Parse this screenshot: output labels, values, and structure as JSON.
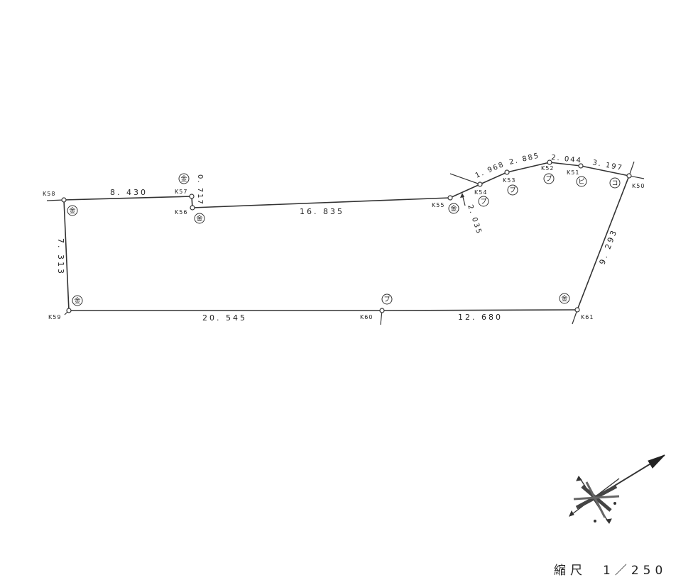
{
  "points": {
    "k50": "K50",
    "k51": "K51",
    "k52": "K52",
    "k53": "K53",
    "k54": "K54",
    "k55": "K55",
    "k56": "K56",
    "k57": "K57",
    "k58": "K58",
    "k59": "K59",
    "k60": "K60",
    "k61": "K61"
  },
  "dimensions": {
    "d_58_57": "8. 430",
    "d_57_56": "0. 717",
    "d_56_55": "16. 835",
    "d_54_53": "1. 968",
    "d_53_52": "2. 885",
    "d_52_51": "2. 044",
    "d_51_50": "3. 197",
    "d_55_cut": "2. 035",
    "d_50_61": "9. 293",
    "d_58_59": "7. 313",
    "d_59_60": "20. 545",
    "d_60_61": "12. 680"
  },
  "markers": {
    "kin": "金",
    "pu": "プ",
    "pi": "ピ",
    "ko": "コ"
  },
  "scale": "縮尺　1／250"
}
